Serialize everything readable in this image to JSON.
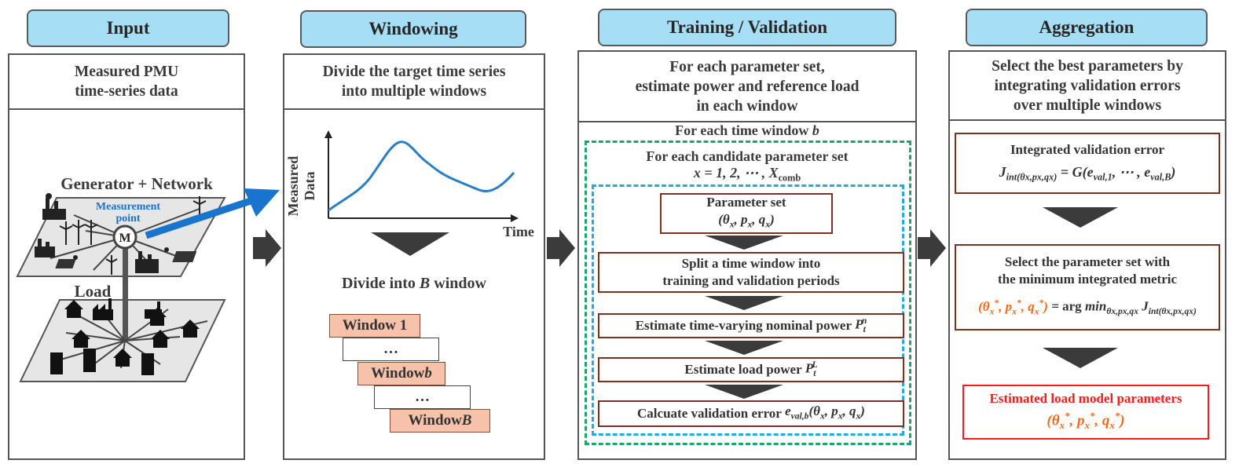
{
  "stages": {
    "input": {
      "header": "Input",
      "subtitle_lines": [
        "Measured PMU",
        "time-series data"
      ],
      "gen_label": "Generator + Network",
      "meas_label": [
        "Measurement",
        "point"
      ],
      "meter_letter": "M",
      "load_label": "Load"
    },
    "windowing": {
      "header": "Windowing",
      "subtitle_lines": [
        "Divide the target time series",
        "into multiple windows"
      ],
      "ylabel_lines": [
        "Measured",
        "Data"
      ],
      "xlabel": "Time",
      "divide_prefix": "Divide into ",
      "divide_var": "B",
      "divide_suffix": " window",
      "windows": [
        {
          "text": "Window 1",
          "highlight": true
        },
        {
          "text": "…",
          "highlight": false
        },
        {
          "text": "Window ",
          "var": "b",
          "highlight": true
        },
        {
          "text": "…",
          "highlight": false
        },
        {
          "text": "Window ",
          "var": "B",
          "highlight": true
        }
      ]
    },
    "training": {
      "header": "Training / Validation",
      "subtitle_lines": [
        "For each parameter set,",
        "estimate power and reference load",
        "in each window"
      ],
      "time_window_prefix": "For each time window ",
      "time_window_var": "b",
      "candidate_label": "For each candidate parameter set",
      "candidate_range": "x = 1, 2, ⋯ , X",
      "candidate_range_sub": "comb",
      "steps": {
        "param_set_label": "Parameter set",
        "param_set_expr": "(θx, px, qx)",
        "split_lines": [
          "Split a time window into",
          "training and validation periods"
        ],
        "nominal_label": "Estimate time-varying nominal power ",
        "load_label": "Estimate load power ",
        "validation_label": "Calcuate validation error "
      }
    },
    "aggregation": {
      "header": "Aggregation",
      "subtitle_lines": [
        "Select the best parameters by",
        "integrating validation errors",
        "over multiple windows"
      ],
      "integrated_label": "Integrated validation error",
      "select_lines": [
        "Select the parameter set with",
        "the minimum integrated metric"
      ],
      "result_label": "Estimated load model parameters"
    }
  },
  "colors": {
    "header_fill": "#a6def5",
    "box_border": "#7b3320",
    "green_dash": "#1fa56a",
    "blue_dash": "#29a8e0",
    "window_fill": "#f7c2aa",
    "result_red": "#ff1a1a",
    "optimal_orange": "#f26b1d",
    "curve_blue": "#2a7fc4",
    "arrow_blue": "#1874cd"
  }
}
